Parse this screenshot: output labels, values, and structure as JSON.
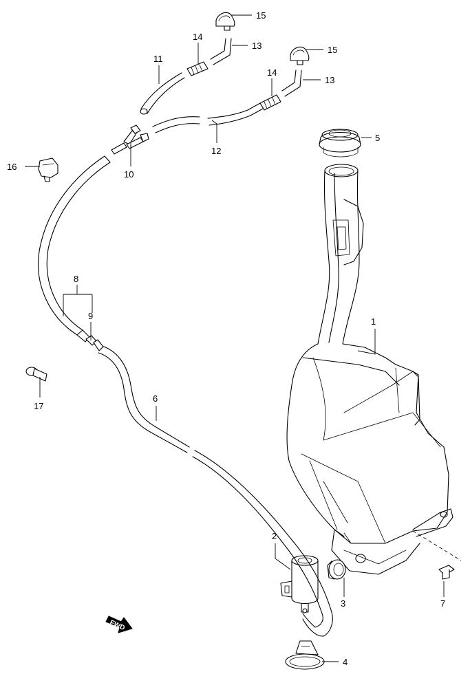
{
  "callouts": {
    "c1": "1",
    "c2": "2",
    "c3": "3",
    "c4": "4",
    "c5": "5",
    "c6": "6",
    "c7": "7",
    "c8": "8",
    "c9": "9",
    "c10": "10",
    "c11": "11",
    "c12": "12",
    "c13a": "13",
    "c13b": "13",
    "c14a": "14",
    "c14b": "14",
    "c15a": "15",
    "c15b": "15",
    "c16": "16",
    "c17": "17"
  },
  "fwd_label": "FWD"
}
